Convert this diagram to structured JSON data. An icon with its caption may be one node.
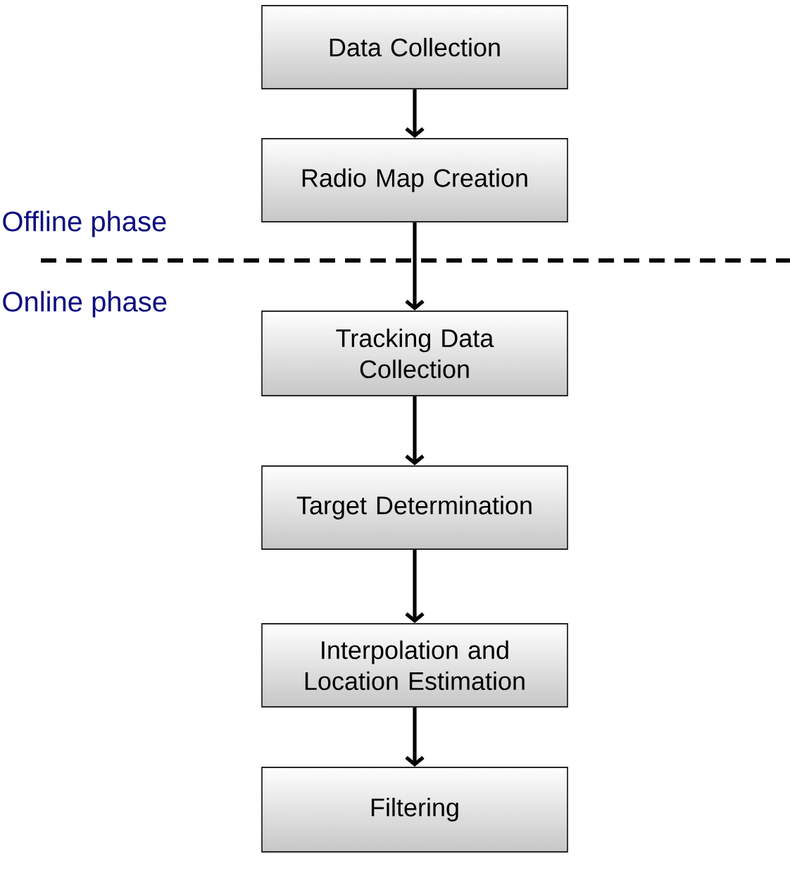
{
  "diagram": {
    "nodes": [
      {
        "text": [
          "Data Collection"
        ]
      },
      {
        "text": [
          "Radio Map Creation"
        ]
      },
      {
        "text": [
          "Tracking Data Collection"
        ]
      },
      {
        "text": [
          "Target Determination"
        ]
      },
      {
        "text": [
          "Interpolation and Location Estimation"
        ]
      },
      {
        "text": [
          "Filtering"
        ]
      }
    ],
    "edges": [
      {
        "from": 0,
        "to": 1,
        "arrow": "to"
      },
      {
        "from": 1,
        "to": 2,
        "arrow": "to"
      },
      {
        "from": 2,
        "to": 3,
        "arrow": "to"
      },
      {
        "from": 3,
        "to": 4,
        "arrow": "to"
      },
      {
        "from": 4,
        "to": 5,
        "arrow": "to"
      }
    ],
    "labels": [
      "Offline phase",
      "Online phase"
    ]
  }
}
